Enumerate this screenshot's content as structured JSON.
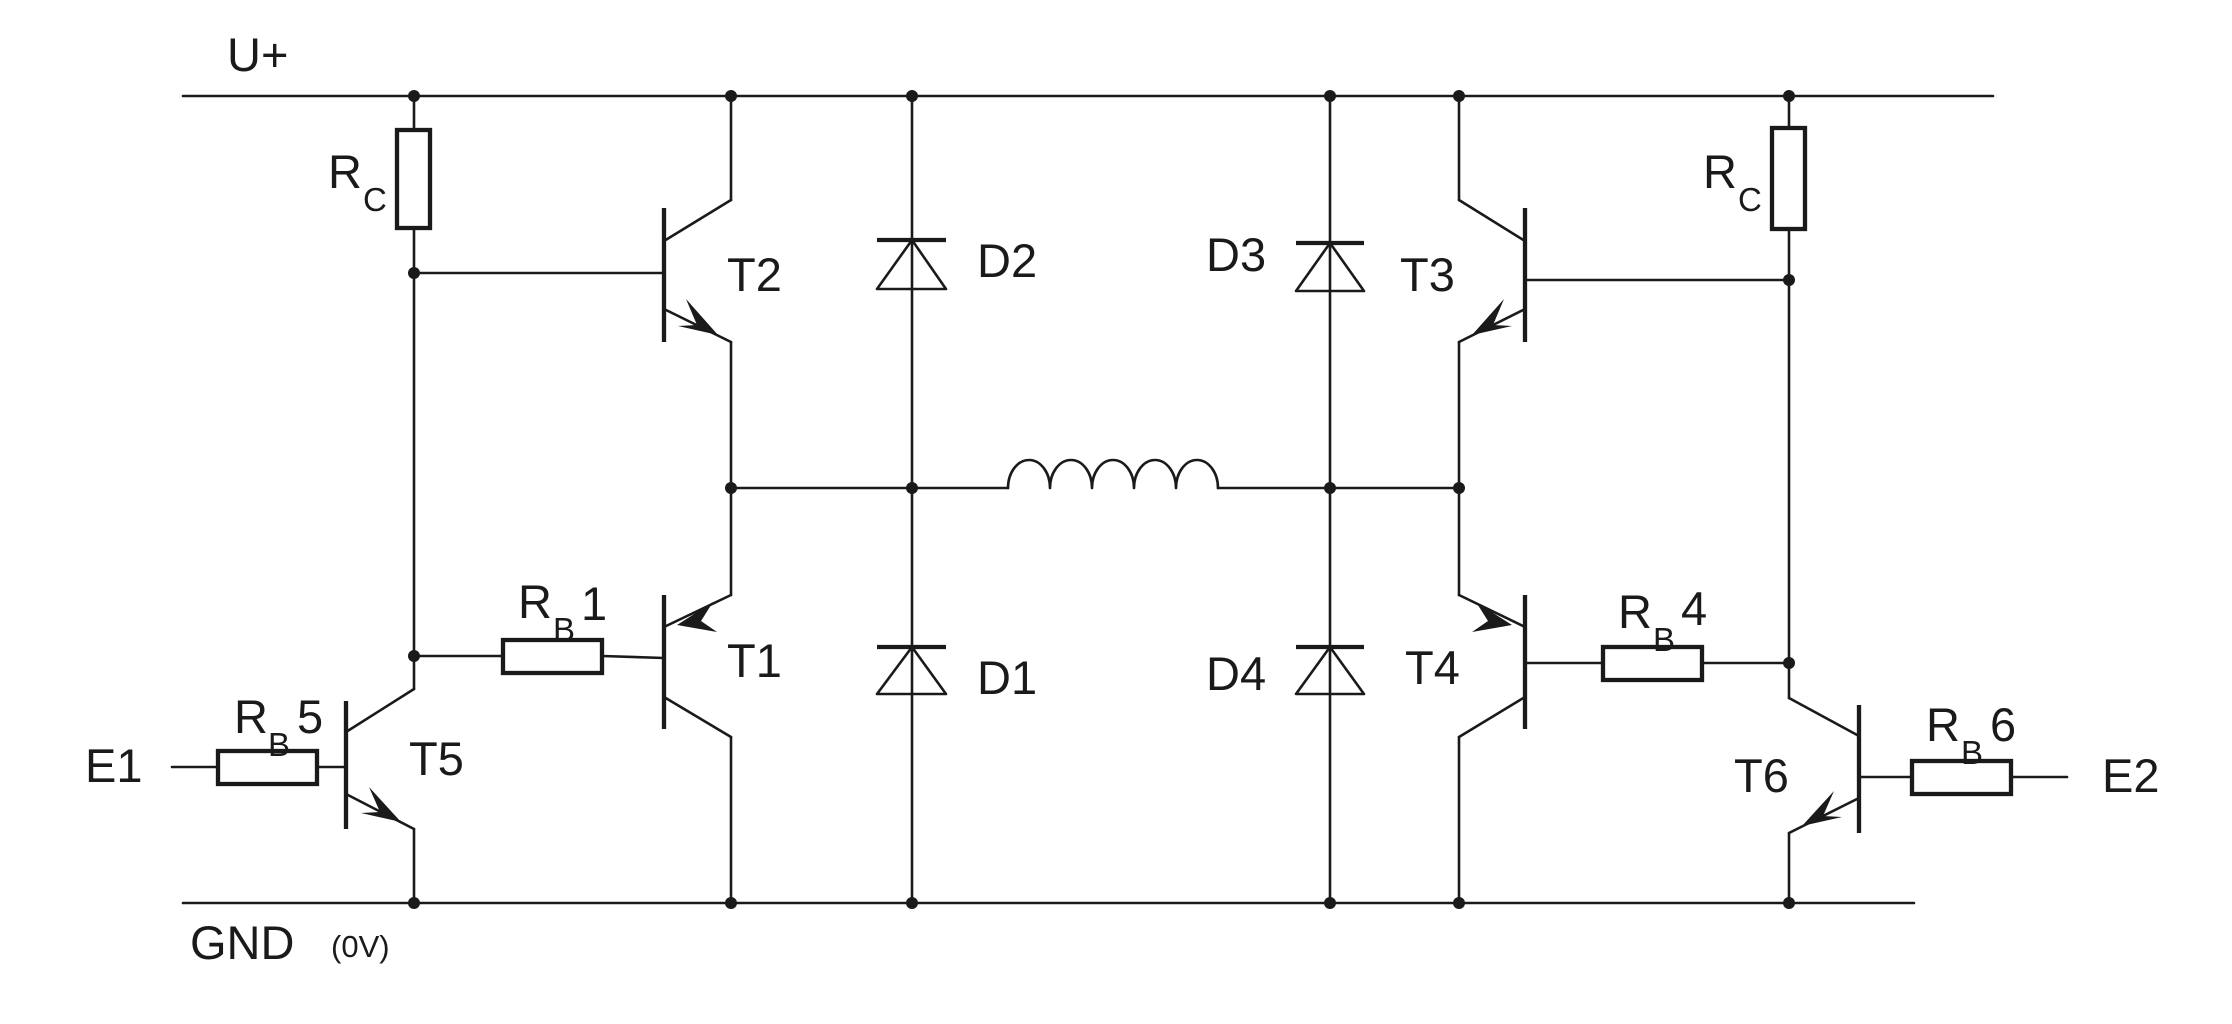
{
  "rails": {
    "supply": "U+",
    "ground": "GND",
    "ground_note": "(0V)"
  },
  "inputs": {
    "left": "E1",
    "right": "E2"
  },
  "resistors": {
    "collector_symbol": "R",
    "collector_sub": "C",
    "base_symbol": "R",
    "base_sub": "B",
    "base_numbers": {
      "rb1": "1",
      "rb4": "4",
      "rb5": "5",
      "rb6": "6"
    }
  },
  "transistors": {
    "t1": "T1",
    "t2": "T2",
    "t3": "T3",
    "t4": "T4",
    "t5": "T5",
    "t6": "T6"
  },
  "diodes": {
    "d1": "D1",
    "d2": "D2",
    "d3": "D3",
    "d4": "D4"
  }
}
